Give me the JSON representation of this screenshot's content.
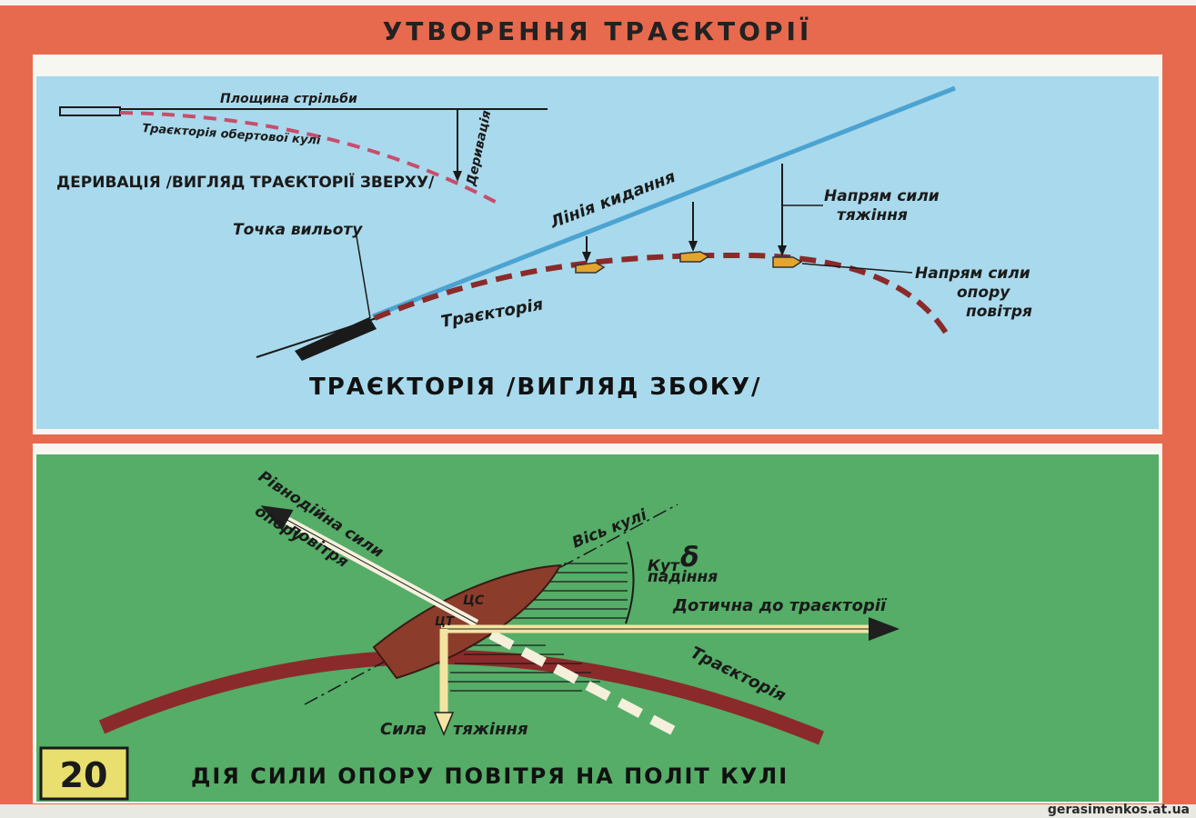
{
  "colors": {
    "frame": "#e86a4e",
    "top_panel": "#a9d9ec",
    "bottom_panel": "#55ad67",
    "trajectory_red": "#8b2a2a",
    "bullet_brown": "#8c3c2b",
    "arrow_yellow": "#f2e4a2",
    "badge": "#e9df6f",
    "ink": "#1a1a1a",
    "throw_line": "#4ba3d1"
  },
  "header": {
    "title": "УТВОРЕННЯ ТРАЄКТОРІЇ"
  },
  "top_panel": {
    "derivation": {
      "plane_label": "Площина стрільби",
      "spin_path_label": "Траєкторія обертової кулі",
      "derivation_label": "Деривація",
      "caption": "ДЕРИВАЦІЯ /ВИГЛЯД ТРАЄКТОРІЇ ЗВЕРХУ/"
    },
    "side_view": {
      "launch_point": "Точка вильоту",
      "throw_line": "Лінія кидання",
      "gravity_direction": [
        "Напрям сили",
        "тяжіння"
      ],
      "air_resistance_direction": [
        "Напрям сили",
        "опору",
        "повітря"
      ],
      "trajectory": "Траєкторія",
      "caption": "ТРАЄКТОРІЯ /ВИГЛЯД ЗБОКУ/"
    }
  },
  "bottom_panel": {
    "resultant_label": [
      "Рівнодійна сили",
      "опору",
      "повітря"
    ],
    "bullet_axis": "Вісь кулі",
    "angle_label": [
      "Кут",
      "δ",
      "падіння"
    ],
    "tangent_label": "Дотична до траєкторії",
    "trajectory": "Траєкторія",
    "gravity_label": [
      "Сила",
      "тяжіння"
    ],
    "center_gravity": "ЦТ",
    "center_resistance": "ЦС",
    "caption": "ДІЯ СИЛИ ОПОРУ ПОВІТРЯ НА ПОЛІТ КУЛІ"
  },
  "badge": {
    "number": "20"
  },
  "watermark": "gerasimenkos.at.ua"
}
